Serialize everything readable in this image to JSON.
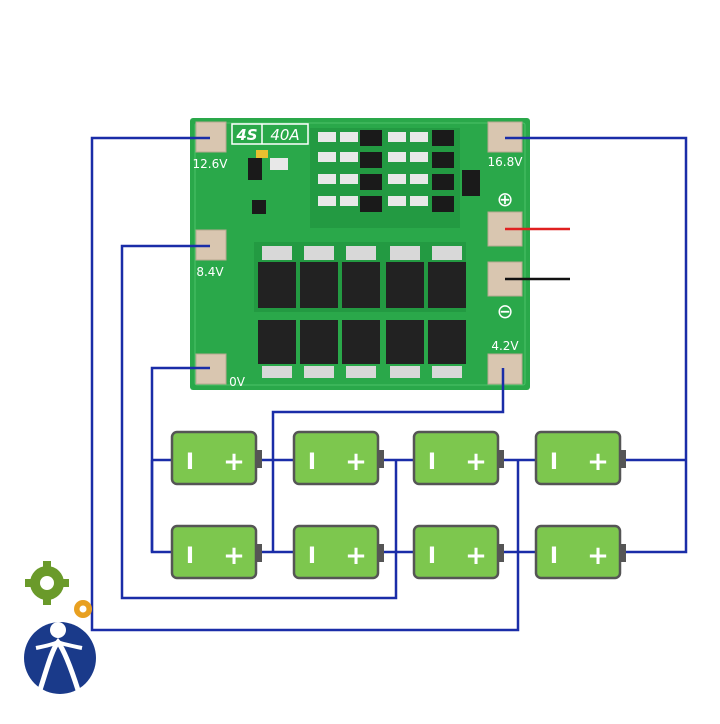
{
  "board": {
    "model": "4S",
    "rating": "40A",
    "pads": {
      "p126": "12.6V",
      "p84": "8.4V",
      "p0": "0V",
      "p168": "16.8V",
      "p42": "4.2V"
    },
    "plus_symbol": "⊕",
    "minus_symbol": "⊖"
  },
  "cells": {
    "neg": "I",
    "pos": "+"
  },
  "colors": {
    "board": "#2aa84a",
    "wire": "#1a2da8",
    "cell": "#7dc74e",
    "wire_pos": "#e02020",
    "wire_neg": "#111111"
  },
  "logo_icon": "gear-person-logo-icon"
}
